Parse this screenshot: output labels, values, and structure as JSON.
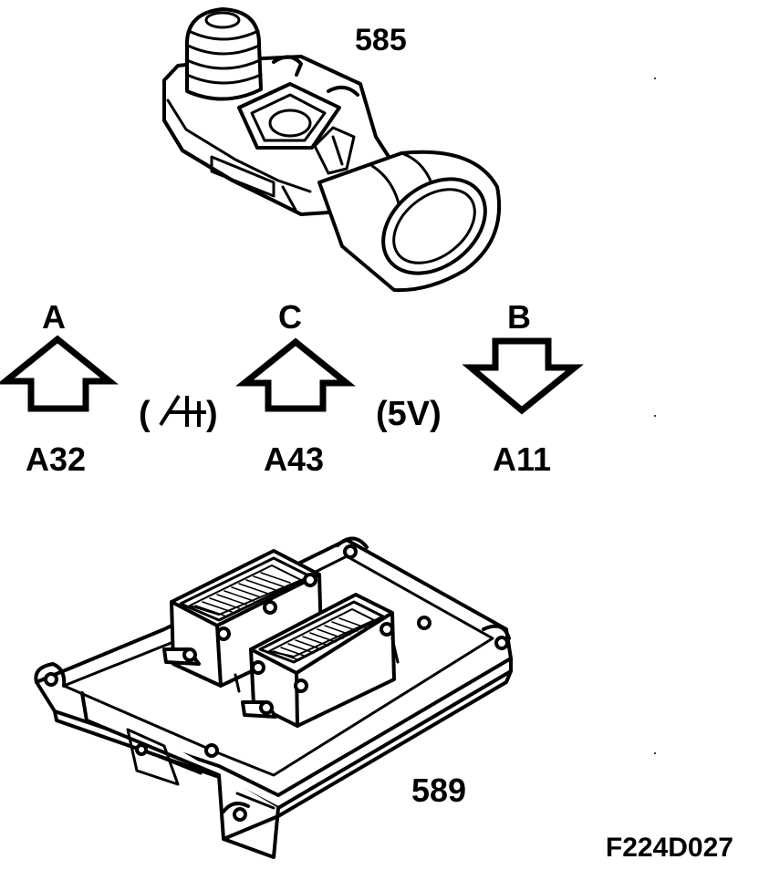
{
  "components": {
    "sensor_number": "585",
    "ecu_number": "589"
  },
  "pins": [
    {
      "letter": "A",
      "direction": "up",
      "terminal": "A32"
    },
    {
      "letter": "C",
      "direction": "up",
      "terminal": "A43"
    },
    {
      "letter": "B",
      "direction": "down",
      "terminal": "A11"
    }
  ],
  "signals": {
    "ground": {
      "open": "(",
      "close": ")"
    },
    "supply": "(5V)"
  },
  "figure_code": "F224D027"
}
